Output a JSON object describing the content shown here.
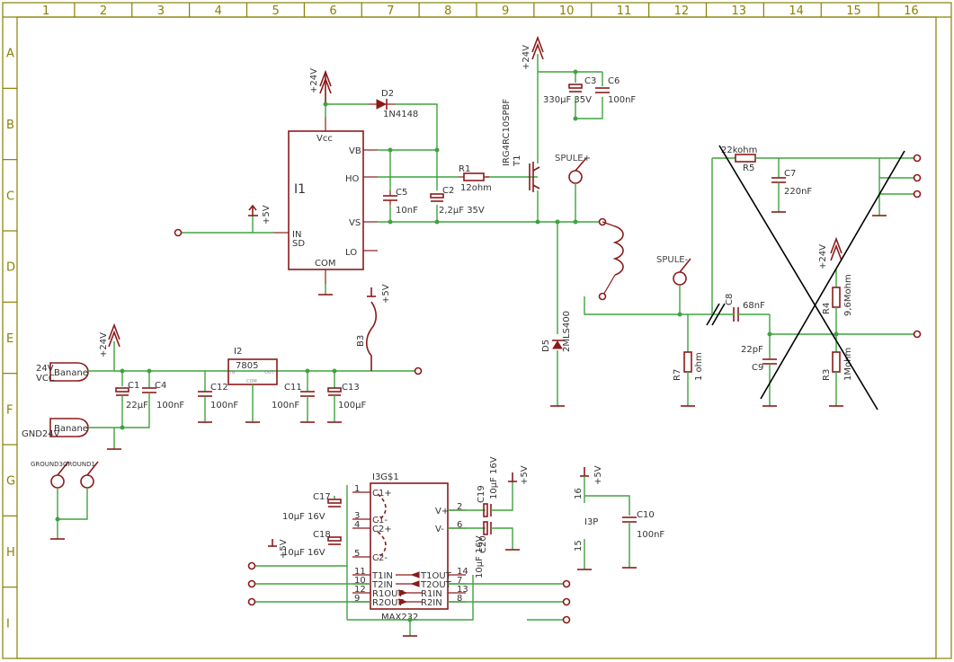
{
  "frame": {
    "columns": [
      "1",
      "2",
      "3",
      "4",
      "5",
      "6",
      "7",
      "8",
      "9",
      "10",
      "11",
      "12",
      "13",
      "14",
      "15",
      "16"
    ],
    "rows": [
      "A",
      "B",
      "C",
      "D",
      "E",
      "F",
      "G",
      "H",
      "I"
    ]
  },
  "supplies": {
    "v24": "+24V",
    "v5": "+5V"
  },
  "i1": {
    "name": "I1",
    "pins": {
      "vcc": "Vcc",
      "vb": "VB",
      "ho": "HO",
      "vs": "VS",
      "in": "IN",
      "sd": "SD",
      "lo": "LO",
      "com": "COM"
    }
  },
  "components": {
    "d2": {
      "name": "D2",
      "value": "1N4148"
    },
    "r1": {
      "name": "R1",
      "value": "12ohm"
    },
    "c5": {
      "name": "C5",
      "value": "10nF"
    },
    "c2": {
      "name": "C2",
      "value": "2,2µF 35V"
    },
    "t1": {
      "name": "T1",
      "value": "IRG4RC10SPBF"
    },
    "c3": {
      "name": "C3",
      "value": "330µF 35V"
    },
    "c6": {
      "name": "C6",
      "value": "100nF"
    },
    "d5": {
      "name": "D5",
      "value": "2MLS400"
    },
    "r5": {
      "name": "R5",
      "value": "22kohm"
    },
    "c7": {
      "name": "C7",
      "value": "220nF"
    },
    "c8": {
      "name": "C8",
      "value": "68nF"
    },
    "c9": {
      "name": "C9",
      "value": "22pF"
    },
    "r7": {
      "name": "R7",
      "value": "1 ohm"
    },
    "r4": {
      "name": "R4",
      "value": "9,6Mohm"
    },
    "r3": {
      "name": "R3",
      "value": "1Mohm"
    },
    "c1": {
      "name": "C1",
      "value": "22µF"
    },
    "c4": {
      "name": "C4",
      "value": "100nF"
    },
    "c12": {
      "name": "C12",
      "value": "100nF"
    },
    "c11": {
      "name": "C11",
      "value": "100nF"
    },
    "c13": {
      "name": "C13",
      "value": "100µF"
    },
    "i2": {
      "name": "I2",
      "value": "7805",
      "in": "IN",
      "out": "OUT",
      "com": "COM"
    },
    "b3": {
      "name": "B3"
    },
    "c17": {
      "name": "C17",
      "value": "10µF 16V"
    },
    "c18": {
      "name": "C18",
      "value": "10µF 16V"
    },
    "c19": {
      "name": "C19",
      "value": "10µF 16V"
    },
    "c20": {
      "name": "C20",
      "value": "10µF 16V"
    },
    "c10": {
      "name": "C10",
      "value": "100nF"
    },
    "i3p": {
      "name": "I3P"
    }
  },
  "labels": {
    "spule_plus": "SPULE+",
    "spule_minus": "SPULE-",
    "banane": "Banane",
    "v24_vcc_1": "24V",
    "v24_vcc_2": "VCC",
    "gnd24v": "GND24V",
    "ground3": "GROUND3",
    "ground1": "GROUND1",
    "pin16": "16",
    "pin15": "15"
  },
  "max232": {
    "name": "I3G$1",
    "part": "MAX232",
    "pins_left": [
      "C1+",
      "C1-",
      "C2+",
      "C2-",
      "T1IN",
      "T2IN",
      "R1OUT",
      "R2OUT"
    ],
    "pins_right": [
      "V+",
      "V-",
      "T1OUT",
      "T2OUT",
      "R1IN",
      "R2IN"
    ],
    "pin_numbers_left": [
      "1",
      "3",
      "4",
      "5",
      "11",
      "10",
      "12",
      "9"
    ],
    "pin_numbers_right": [
      "2",
      "6",
      "14",
      "7",
      "13",
      "8"
    ]
  }
}
